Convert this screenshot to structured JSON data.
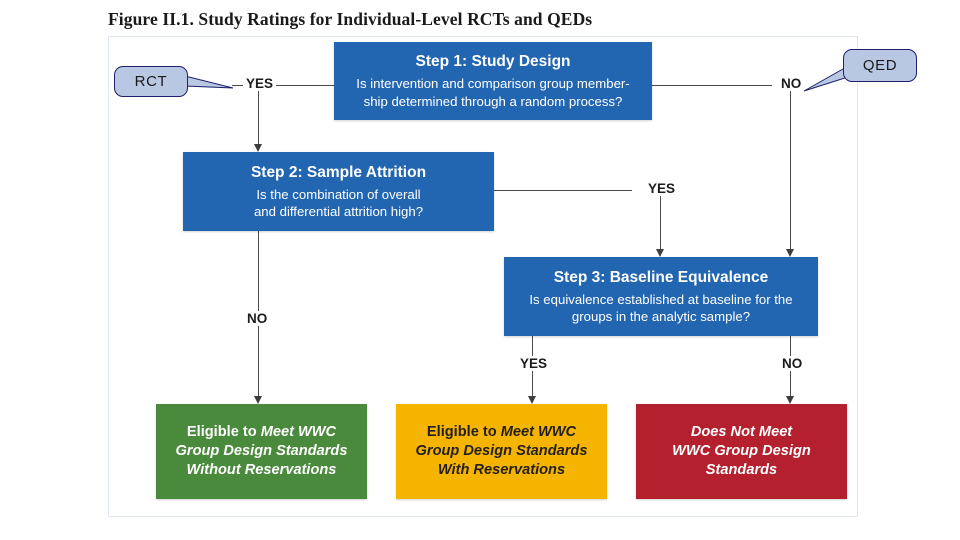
{
  "figure": {
    "title": "Figure II.1. Study Ratings for Individual-Level RCTs and QEDs"
  },
  "callouts": {
    "rct": "RCT",
    "qed": "QED"
  },
  "steps": [
    {
      "id": "step-1",
      "title": "Step 1: Study Design",
      "question_line1": "Is intervention and comparison group member-",
      "question_line2": "ship determined through a random process?"
    },
    {
      "id": "step-2",
      "title": "Step 2: Sample Attrition",
      "question_line1": "Is the combination of overall",
      "question_line2": "and differential attrition high?"
    },
    {
      "id": "step-3",
      "title": "Step 3: Baseline Equivalence",
      "question_line1": "Is equivalence established at baseline for the",
      "question_line2": "groups in the analytic sample?"
    }
  ],
  "edge_labels": {
    "step1_yes": "YES",
    "step1_no": "NO",
    "step2_yes": "YES",
    "step2_no": "NO",
    "step3_yes": "YES",
    "step3_no": "NO"
  },
  "outcomes": [
    {
      "id": "outcome-green",
      "line1_upright": "Eligible to ",
      "line1_italic": "Meet WWC",
      "line2_italic": "Group Design Standards",
      "line3_italic": "Without Reservations",
      "color": "#4a8a3c",
      "text_color": "#ffffff"
    },
    {
      "id": "outcome-yellow",
      "line1_upright": "Eligible to ",
      "line1_italic": "Meet WWC",
      "line2_italic": "Group Design Standards",
      "line3_italic": "With Reservations",
      "color": "#f5b400",
      "text_color": "#231f20"
    },
    {
      "id": "outcome-red",
      "line1_upright": "",
      "line1_italic": "Does Not Meet",
      "line2_italic": "WWC Group Design",
      "line3_italic": "Standards",
      "color": "#b4202e",
      "text_color": "#ffffff"
    }
  ],
  "colors": {
    "step_box": "#2266b2",
    "callout_fill": "#b8c7e2",
    "callout_border": "#1f1f6b",
    "connector": "#4a4a4a",
    "frame_border": "#dfe6ef"
  }
}
